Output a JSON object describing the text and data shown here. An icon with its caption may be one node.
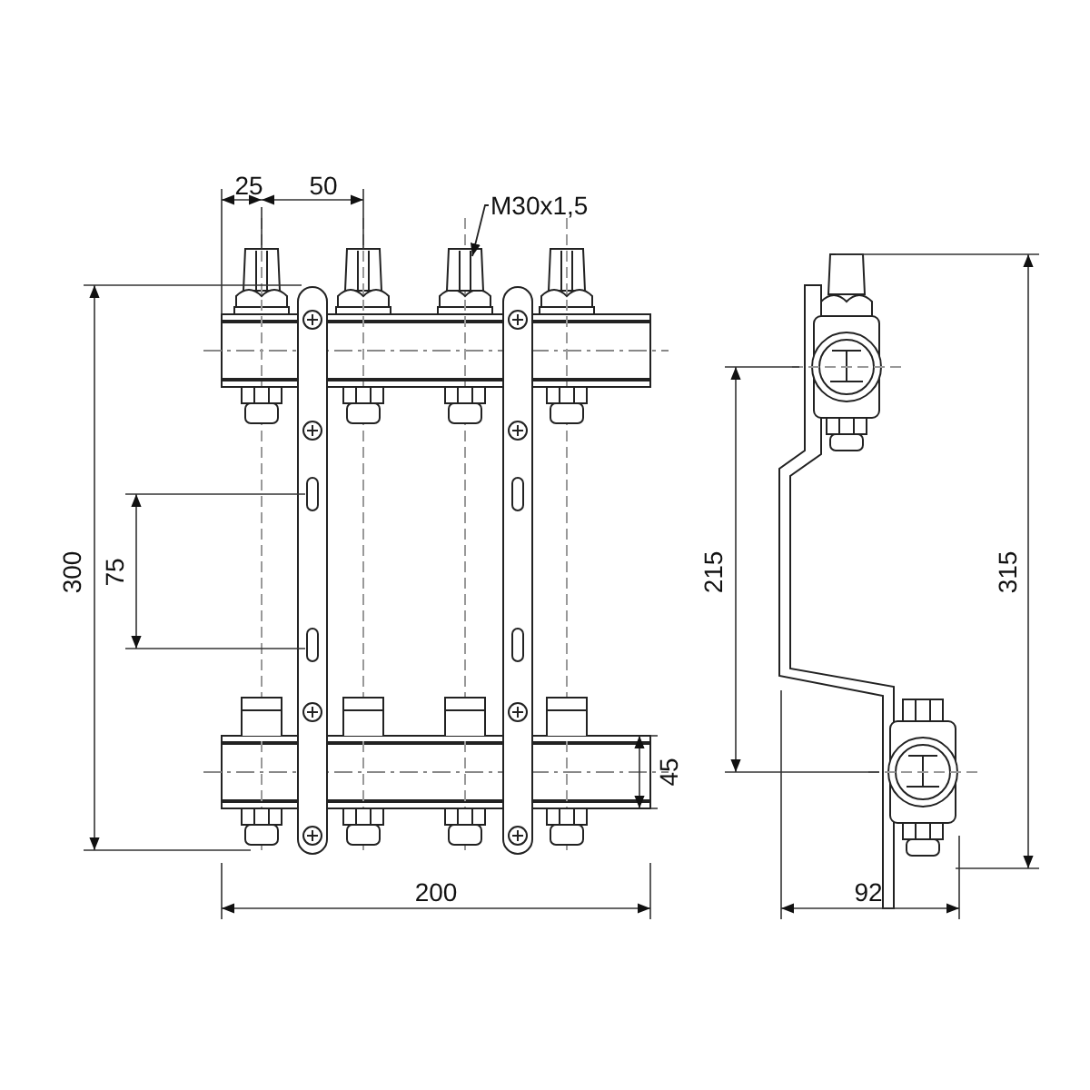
{
  "diagram": {
    "nodes": [
      {
        "text": [
          "M30x1,5"
        ]
      },
      {
        "text": [],
        "shape": "picture"
      }
    ],
    "edges": [
      {
        "from": 0,
        "to": 1,
        "arrow": "to"
      }
    ],
    "labels": [
      "25",
      "50",
      "300",
      "75",
      "215",
      "315",
      "45",
      "200",
      "92"
    ]
  }
}
